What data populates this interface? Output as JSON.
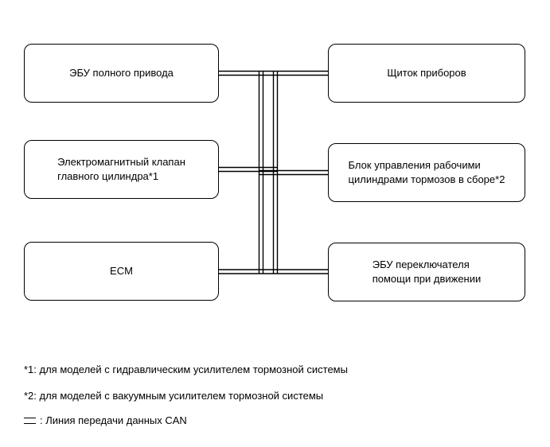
{
  "colors": {
    "background": "#ffffff",
    "line": "#000000",
    "text": "#000000"
  },
  "diagram": {
    "nodes": [
      {
        "id": "awd-ecu",
        "label": "ЭБУ полного привода"
      },
      {
        "id": "master-cylinder-solenoid",
        "label": "Электромагнитный клапан\nглавного цилиндра*1"
      },
      {
        "id": "ecm",
        "label": "ECM"
      },
      {
        "id": "instrument-cluster",
        "label": "Щиток приборов"
      },
      {
        "id": "brake-actuator-assembly",
        "label": "Блок управления рабочими\nцилиндрами тормозов в сборе*2"
      },
      {
        "id": "drive-assist-switch-ecu",
        "label": "ЭБУ переключателя\nпомощи при движении"
      }
    ]
  },
  "notes": [
    "*1: для моделей с гидравлическим усилителем тормозной системы",
    "*2: для моделей с вакуумным усилителем тормозной системы"
  ],
  "legend": {
    "label": ": Линия передачи данных CAN"
  }
}
